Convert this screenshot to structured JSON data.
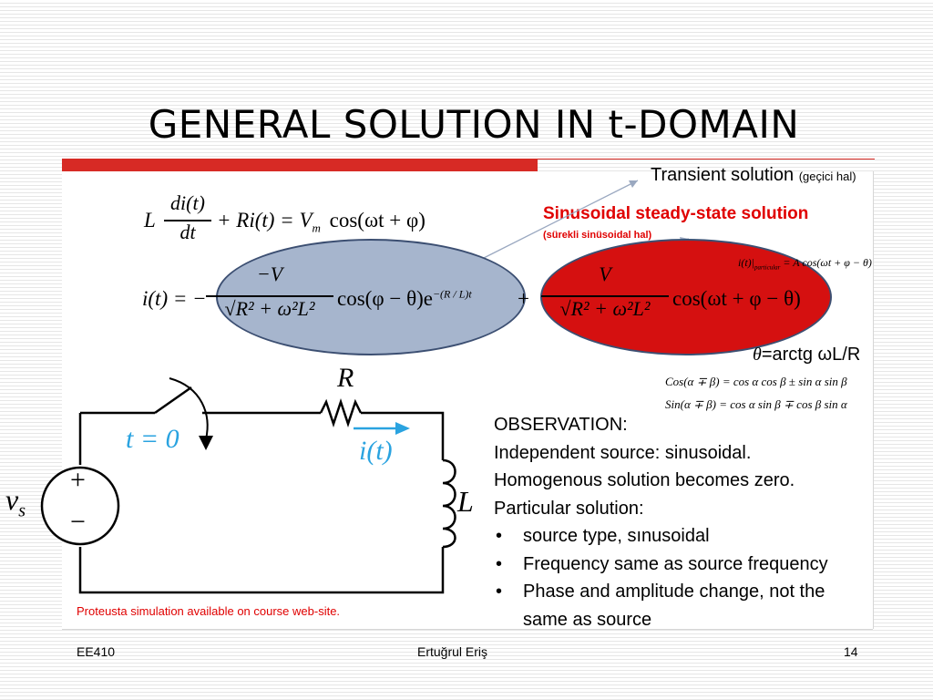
{
  "slide": {
    "title": "GENERAL SOLUTION IN t-DOMAIN",
    "colors": {
      "accent_red": "#d72a25",
      "ellipse_gray": "#a6b5cd",
      "ellipse_red": "#d51010",
      "outline_blue": "#3c4f72",
      "wire_blue": "#2aa3e0"
    }
  },
  "annotations": {
    "transient_main": "Transient solution",
    "transient_sub": "(geçici hal)",
    "steady_main": "Sinusoidal steady-state solution",
    "steady_sub": "(sürekli sinüsoidal hal)",
    "theta_symbol": "θ",
    "theta_rest": "=arctg ωL/R"
  },
  "equations": {
    "ode_L": "L",
    "ode_num": "di(t)",
    "ode_den": "dt",
    "ode_rhs": "+ Ri(t) = V",
    "ode_sub": "m",
    "ode_cos": "cos(ωt + φ)",
    "sol_lhs": "i(t) = −",
    "sol_num1": "−V",
    "sol_den1_a": "√",
    "sol_den1_b": "R² + ω²L²",
    "sol_cos1": "cos(φ − θ)e",
    "sol_exp": "−(R / L)t",
    "plus": "+",
    "sol_num2": "V",
    "sol_cos2": "cos(ωt + φ − θ)",
    "particular_lhs": "i(t)",
    "particular_sub": "particular",
    "particular_rhs": "= A cos(ωt + φ − θ)",
    "trig1": "Cos(α ∓ β) = cos α cos β ± sin α sin β",
    "trig2": "Sin(α ∓ β) = cos α sin β ∓ cos β sin α"
  },
  "circuit": {
    "switch_label": "t = 0",
    "resistor_label": "R",
    "inductor_label": "L",
    "source_label": "v",
    "source_sub": "s",
    "plus_sign": "+",
    "minus_sign": "−",
    "current_label": "i(t)"
  },
  "observation": {
    "heading": "OBSERVATION:",
    "lines": [
      "Independent source: sinusoidal.",
      "Homogenous solution becomes zero.",
      "Particular solution:"
    ],
    "bullets": [
      "source type, sınusoidal",
      "Frequency same as source frequency",
      "Phase and amplitude change, not the",
      "same as source"
    ]
  },
  "note": "Proteusta simulation available on course web-site.",
  "footer": {
    "left": "EE410",
    "center": "Ertuğrul Eriş",
    "right": "14"
  }
}
